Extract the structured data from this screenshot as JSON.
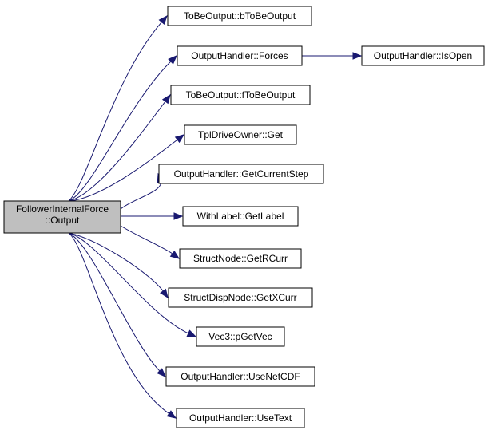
{
  "diagram": {
    "root": {
      "id": "root",
      "lines": [
        "FollowerInternalForce",
        "::Output"
      ],
      "fill": "#bfbfbf"
    },
    "nodes": [
      {
        "id": "n1",
        "label": "ToBeOutput::bToBeOutput"
      },
      {
        "id": "n2",
        "label": "OutputHandler::Forces"
      },
      {
        "id": "n3",
        "label": "ToBeOutput::fToBeOutput"
      },
      {
        "id": "n4",
        "label": "TplDriveOwner::Get"
      },
      {
        "id": "n5",
        "label": "OutputHandler::GetCurrentStep"
      },
      {
        "id": "n6",
        "label": "WithLabel::GetLabel"
      },
      {
        "id": "n7",
        "label": "StructNode::GetRCurr"
      },
      {
        "id": "n8",
        "label": "StructDispNode::GetXCurr"
      },
      {
        "id": "n9",
        "label": "Vec3::pGetVec"
      },
      {
        "id": "n10",
        "label": "OutputHandler::UseNetCDF"
      },
      {
        "id": "n11",
        "label": "OutputHandler::UseText"
      },
      {
        "id": "n12",
        "label": "OutputHandler::IsOpen"
      }
    ],
    "edges": [
      {
        "from": "root",
        "to": "n1"
      },
      {
        "from": "root",
        "to": "n2"
      },
      {
        "from": "root",
        "to": "n3"
      },
      {
        "from": "root",
        "to": "n4"
      },
      {
        "from": "root",
        "to": "n5"
      },
      {
        "from": "root",
        "to": "n6"
      },
      {
        "from": "root",
        "to": "n7"
      },
      {
        "from": "root",
        "to": "n8"
      },
      {
        "from": "root",
        "to": "n9"
      },
      {
        "from": "root",
        "to": "n10"
      },
      {
        "from": "root",
        "to": "n11"
      },
      {
        "from": "n2",
        "to": "n12"
      }
    ],
    "colors": {
      "edge": "#191970",
      "node_fill": "#ffffff",
      "node_border": "#000000",
      "root_fill": "#bfbfbf"
    }
  }
}
